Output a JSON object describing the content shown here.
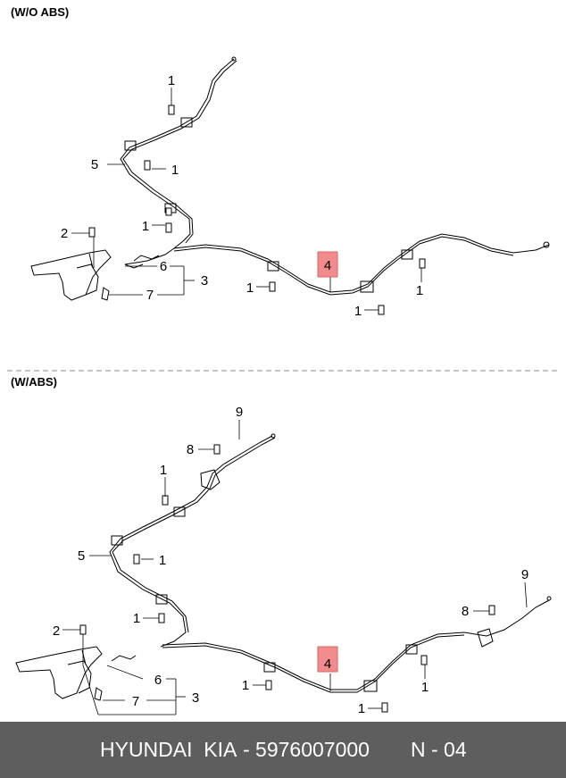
{
  "sections": [
    {
      "label": "(W/O ABS)",
      "callouts": [
        {
          "id": "wo-c1a",
          "text": "1"
        },
        {
          "id": "wo-c5",
          "text": "5"
        },
        {
          "id": "wo-c1b",
          "text": "1"
        },
        {
          "id": "wo-c1c",
          "text": "1"
        },
        {
          "id": "wo-c2",
          "text": "2"
        },
        {
          "id": "wo-c6",
          "text": "6"
        },
        {
          "id": "wo-c3",
          "text": "3"
        },
        {
          "id": "wo-c7",
          "text": "7"
        },
        {
          "id": "wo-c4",
          "text": "4",
          "highlight": true
        },
        {
          "id": "wo-c1d",
          "text": "1"
        },
        {
          "id": "wo-c1e",
          "text": "1"
        },
        {
          "id": "wo-c1f",
          "text": "1"
        }
      ]
    },
    {
      "label": "(W/ABS)",
      "callouts": [
        {
          "id": "w-c9a",
          "text": "9"
        },
        {
          "id": "w-c8a",
          "text": "8"
        },
        {
          "id": "w-c1a",
          "text": "1"
        },
        {
          "id": "w-c5",
          "text": "5"
        },
        {
          "id": "w-c1b",
          "text": "1"
        },
        {
          "id": "w-c1c",
          "text": "1"
        },
        {
          "id": "w-c2",
          "text": "2"
        },
        {
          "id": "w-c6",
          "text": "6"
        },
        {
          "id": "w-c3",
          "text": "3"
        },
        {
          "id": "w-c7",
          "text": "7"
        },
        {
          "id": "w-c4",
          "text": "4",
          "highlight": true
        },
        {
          "id": "w-c1d",
          "text": "1"
        },
        {
          "id": "w-c1e",
          "text": "1"
        },
        {
          "id": "w-c9b",
          "text": "9"
        },
        {
          "id": "w-c8b",
          "text": "8"
        },
        {
          "id": "w-c1f",
          "text": "1"
        }
      ]
    }
  ],
  "footer": {
    "brand": "HYUNDAI  KIA",
    "part_number": "- 5976007000",
    "page_ref": "N - 04"
  },
  "colors": {
    "highlight": "#f28b8b",
    "footer_bg": "#5e5e5e",
    "footer_text": "#ffffff",
    "line": "#000000",
    "divider": "#888888"
  }
}
